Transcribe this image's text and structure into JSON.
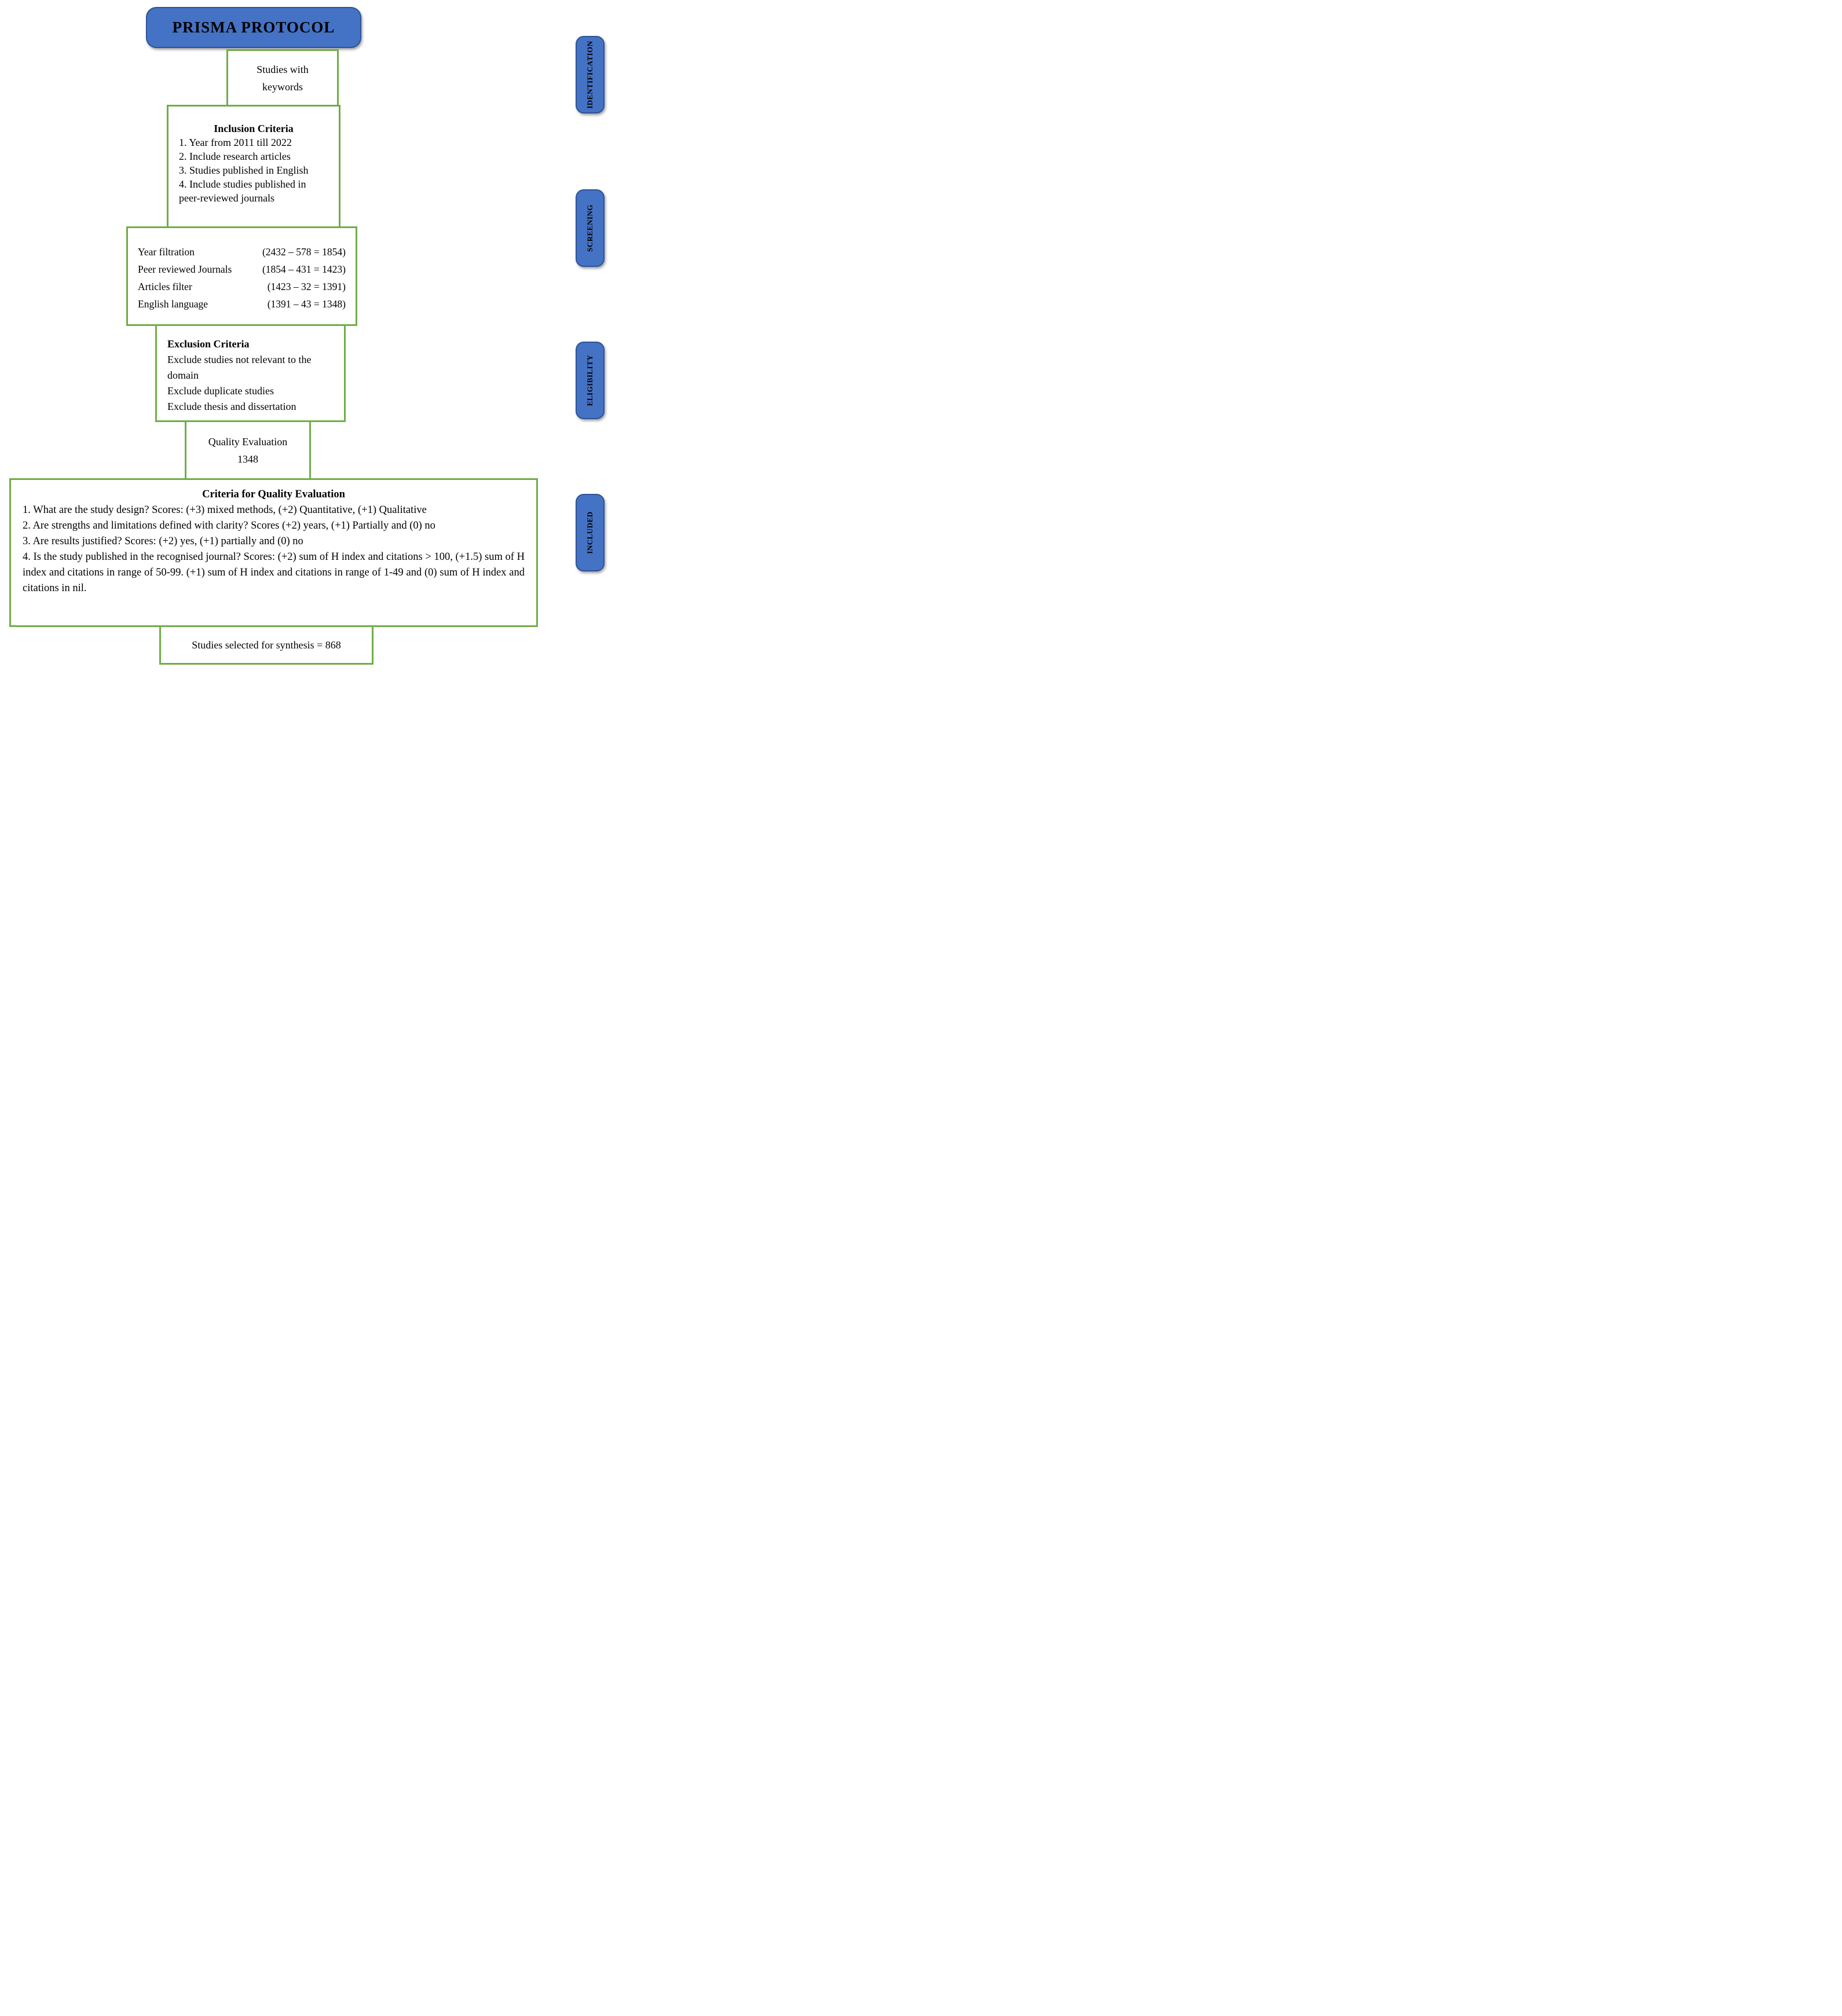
{
  "header": {
    "title": "PRISMA PROTOCOL"
  },
  "boxes": {
    "studies_keywords": {
      "text": "Studies with keywords"
    },
    "inclusion": {
      "title": "Inclusion Criteria",
      "items": [
        "1. Year from 2011 till 2022",
        "2. Include research articles",
        "3. Studies published in English",
        "4. Include studies published in peer-reviewed journals"
      ]
    },
    "screening": {
      "rows": [
        {
          "label": "Year filtration",
          "value": "(2432 – 578 = 1854)"
        },
        {
          "label": "Peer reviewed Journals",
          "value": "(1854 – 431 = 1423)"
        },
        {
          "label": "Articles filter",
          "value": "(1423 – 32 = 1391)"
        },
        {
          "label": "English language",
          "value": "(1391 – 43 = 1348)"
        }
      ]
    },
    "exclusion": {
      "title": "Exclusion Criteria",
      "items": [
        "Exclude studies not relevant to the domain",
        "Exclude duplicate studies",
        "Exclude thesis and dissertation"
      ]
    },
    "quality": {
      "label": "Quality Evaluation",
      "value": "1348"
    },
    "criteria": {
      "title": "Criteria for Quality Evaluation",
      "items": [
        "1. What are the study design? Scores: (+3) mixed methods, (+2) Quantitative, (+1) Qualitative",
        "2. Are strengths and limitations defined with clarity? Scores (+2) years, (+1) Partially and (0) no",
        "3. Are results justified? Scores: (+2) yes, (+1) partially and (0) no",
        "4. Is the study published in the recognised journal? Scores: (+2) sum of H index and citations > 100, (+1.5) sum of H index and citations in range of 50-99. (+1) sum of H index and citations in range of 1-49 and (0) sum of H index and citations in nil."
      ]
    },
    "selected": {
      "text": "Studies selected for synthesis = 868"
    }
  },
  "stages": [
    "IDENTIFICATION",
    "SCREENING",
    "ELIGIBILITY",
    "INCLUDED"
  ],
  "colors": {
    "blue": "#4472C4",
    "blue_border": "#2E5395",
    "green": "#70AD47"
  }
}
